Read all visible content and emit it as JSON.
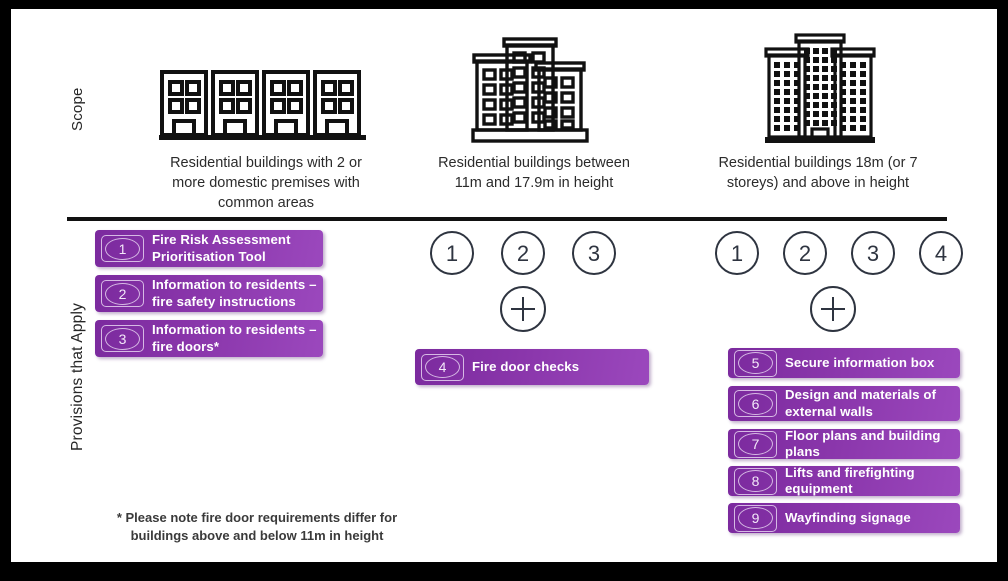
{
  "frame": {
    "border_color": "#000000",
    "background": "#ffffff"
  },
  "row_labels": {
    "scope": "Scope",
    "provisions": "Provisions that Apply"
  },
  "scope": {
    "columns": [
      {
        "icon": "row-of-low-rise-residential-buildings-icon",
        "caption": "Residential buildings with 2 or more domestic premises with common areas"
      },
      {
        "icon": "mid-rise-residential-building-icon",
        "caption": "Residential buildings between 11m and 17.9m in height"
      },
      {
        "icon": "high-rise-residential-tower-icon",
        "caption": "Residential buildings 18m (or 7 storeys) and above in height"
      }
    ]
  },
  "provisions": {
    "column1": {
      "bars": [
        {
          "number": "1",
          "label": "Fire Risk Assessment Prioritisation Tool"
        },
        {
          "number": "2",
          "label": "Information to residents – fire safety instructions"
        },
        {
          "number": "3",
          "label": "Information to residents – fire doors*"
        }
      ]
    },
    "column2": {
      "circles": [
        "1",
        "2",
        "3"
      ],
      "operator": "+",
      "bars": [
        {
          "number": "4",
          "label": "Fire door checks"
        }
      ]
    },
    "column3": {
      "circles": [
        "1",
        "2",
        "3",
        "4"
      ],
      "operator": "+",
      "bars": [
        {
          "number": "5",
          "label": "Secure information box"
        },
        {
          "number": "6",
          "label": "Design and materials of external walls"
        },
        {
          "number": "7",
          "label": "Floor plans and building plans"
        },
        {
          "number": "8",
          "label": "Lifts and firefighting equipment"
        },
        {
          "number": "9",
          "label": "Wayfinding signage"
        }
      ]
    }
  },
  "footnote": "* Please note fire door requirements differ for buildings above and below 11m in height",
  "colors": {
    "purple_dark": "#7b2a9e",
    "purple_light": "#9b48bd",
    "badge_outline": "#d6b9e4",
    "circle_outline": "#2e3440",
    "divider": "#111111",
    "text_dark": "#2b2b2b"
  }
}
